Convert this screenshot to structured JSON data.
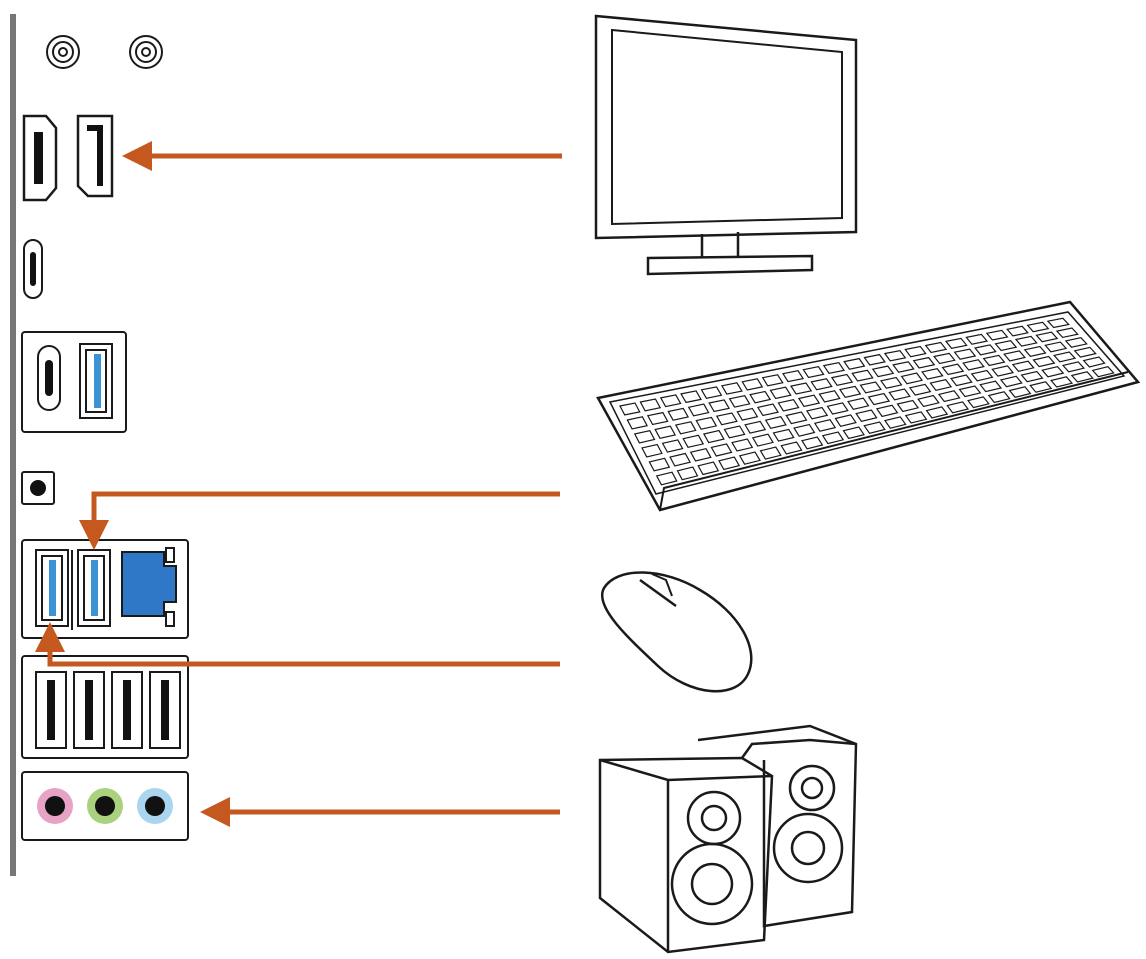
{
  "colors": {
    "arrow": "#c5581f",
    "usb_blue": "#3b93d6",
    "lan_blue": "#2f78c8",
    "audio_pink": "#e7a3c6",
    "audio_green": "#a9d17e",
    "audio_blue": "#a9d6ee",
    "line": "#1a1a1a",
    "panel_bar": "#777777"
  },
  "io_panel": {
    "ports": [
      {
        "name": "wifi-antenna-connector",
        "count": 2
      },
      {
        "name": "hdmi-port"
      },
      {
        "name": "displayport"
      },
      {
        "name": "usb-type-c-port"
      },
      {
        "name": "usb-type-c-port"
      },
      {
        "name": "usb-3-port-blue"
      },
      {
        "name": "bios-flashback-button"
      },
      {
        "name": "usb-3-port-blue",
        "count": 2
      },
      {
        "name": "lan-port"
      },
      {
        "name": "usb-2-port",
        "count": 4
      },
      {
        "name": "audio-jack",
        "colors": [
          "pink",
          "green",
          "blue"
        ]
      }
    ]
  },
  "devices": [
    {
      "name": "monitor-icon",
      "connects_to": "displayport"
    },
    {
      "name": "keyboard-icon",
      "connects_to": "usb-3-port-blue"
    },
    {
      "name": "mouse-icon",
      "connects_to": "usb-3-port-blue"
    },
    {
      "name": "speakers-icon",
      "connects_to": "audio-jack"
    }
  ]
}
